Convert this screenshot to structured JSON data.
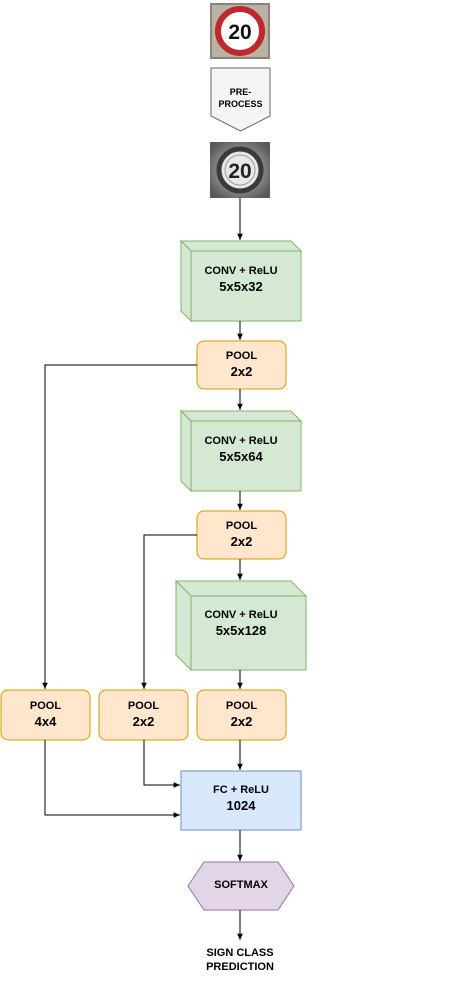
{
  "input_sign": {
    "text": "20"
  },
  "preprocess": {
    "line1": "PRE-",
    "line2": "PROCESS"
  },
  "processed_sign": {
    "text": "20"
  },
  "conv1": {
    "line1": "CONV + ReLU",
    "line2": "5x5x32"
  },
  "pool1": {
    "line1": "POOL",
    "line2": "2x2"
  },
  "conv2": {
    "line1": "CONV + ReLU",
    "line2": "5x5x64"
  },
  "pool2": {
    "line1": "POOL",
    "line2": "2x2"
  },
  "conv3": {
    "line1": "CONV + ReLU",
    "line2": "5x5x128"
  },
  "pool_4x4": {
    "line1": "POOL",
    "line2": "4x4"
  },
  "pool_2x2_branch": {
    "line1": "POOL",
    "line2": "2x2"
  },
  "pool3": {
    "line1": "POOL",
    "line2": "2x2"
  },
  "fc": {
    "line1": "FC + ReLU",
    "line2": "1024"
  },
  "softmax": {
    "label": "SOFTMAX"
  },
  "output": {
    "line1": "SIGN CLASS",
    "line2": "PREDICTION"
  },
  "colors": {
    "conv_fill": "#d5e8d4",
    "conv_stroke": "#82b366",
    "pool_fill": "#ffe6cc",
    "pool_stroke": "#d79b00",
    "fc_fill": "#dae8fc",
    "fc_stroke": "#6c8ebf",
    "softmax_fill": "#e1d5e7",
    "softmax_stroke": "#9673a6",
    "preprocess_fill": "#f5f5f5",
    "preprocess_stroke": "#666666",
    "sign_ring": "#c0282d"
  }
}
